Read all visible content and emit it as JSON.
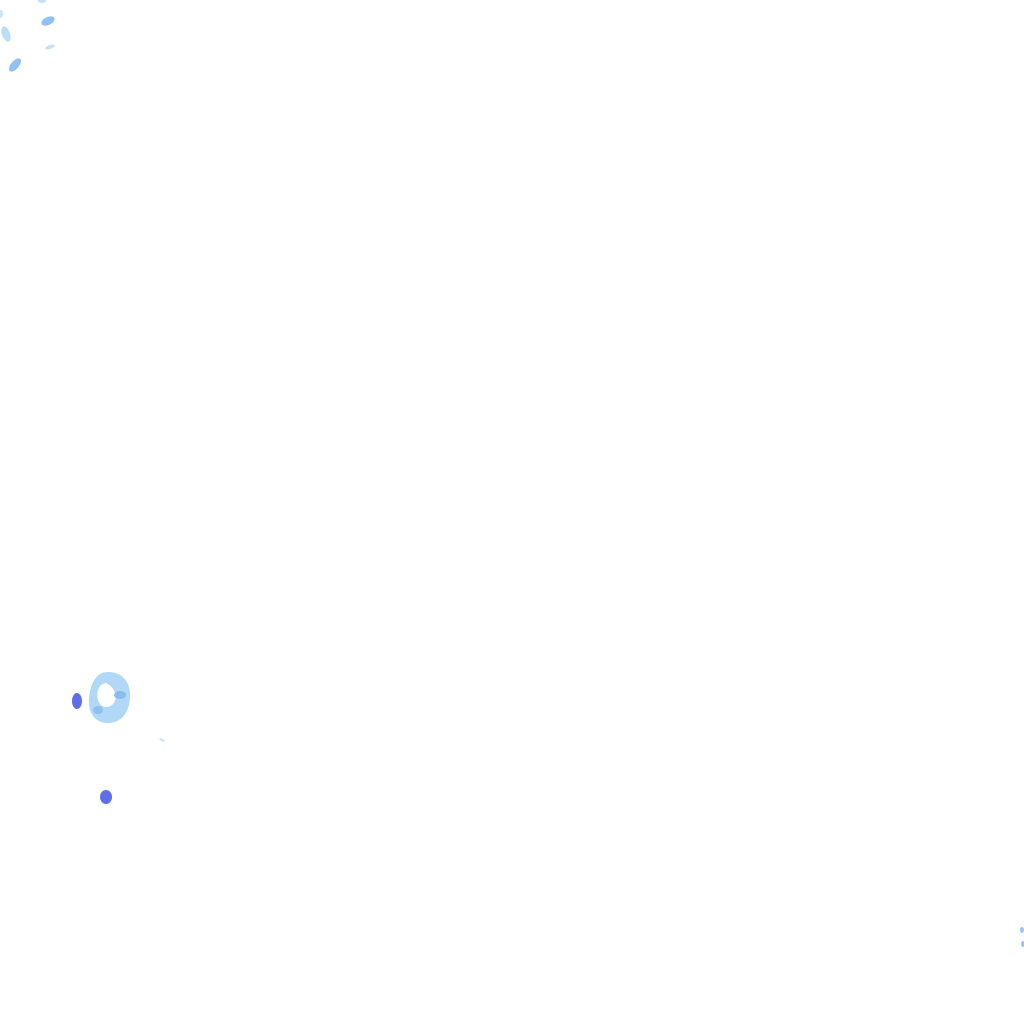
{
  "layer": {
    "type": "precipitation-radar-overlay",
    "background": "#ffffff"
  },
  "intensity_colors": {
    "light": "#a9d4f5",
    "moderate": "#7fb6ee",
    "heavy": "#4f5fe6"
  },
  "echoes": [
    {
      "name": "echo-northwest-cluster",
      "intensity": "moderate"
    },
    {
      "name": "echo-southwest-ring-cell",
      "intensity": "moderate"
    },
    {
      "name": "echo-southwest-west-core",
      "intensity": "heavy"
    },
    {
      "name": "echo-southwest-south-core",
      "intensity": "heavy"
    },
    {
      "name": "echo-southeast-edge",
      "intensity": "moderate"
    }
  ]
}
